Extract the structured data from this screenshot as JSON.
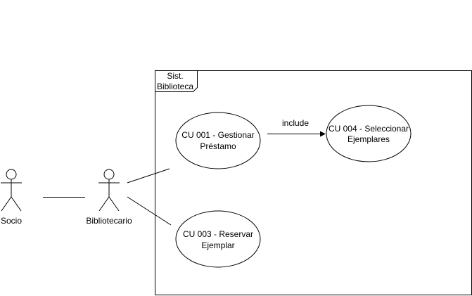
{
  "system": {
    "label_line1": "Sist.",
    "label_line2": "Biblioteca"
  },
  "actors": {
    "socio": {
      "label": "Socio"
    },
    "bibliotecario": {
      "label": "Bibliotecario"
    }
  },
  "use_cases": {
    "cu001": {
      "line1": "CU 001 - Gestionar",
      "line2": "Préstamo"
    },
    "cu003": {
      "line1": "CU 003 - Reservar",
      "line2": "Ejemplar"
    },
    "cu004": {
      "line1": "CU 004 - Seleccionar",
      "line2": "Ejemplares"
    }
  },
  "relations": {
    "include_label": "include"
  },
  "colors": {
    "stroke": "#000000",
    "fill": "#ffffff",
    "text": "#000000"
  }
}
